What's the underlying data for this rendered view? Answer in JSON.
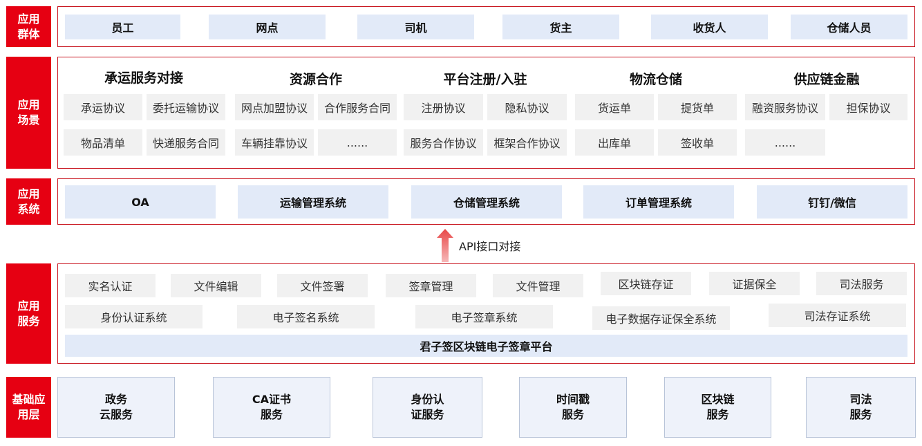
{
  "rows": {
    "groups": {
      "label": "应用\n群体",
      "items": [
        "员工",
        "网点",
        "司机",
        "货主",
        "收货人",
        "仓储人员"
      ]
    },
    "scenes": {
      "label": "应用\n场景",
      "columns": [
        {
          "title": "承运服务对接",
          "items": [
            "承运协议",
            "委托运输协议",
            "物品清单",
            "快递服务合同"
          ]
        },
        {
          "title": "资源合作",
          "items": [
            "网点加盟协议",
            "合作服务合同",
            "车辆挂靠协议",
            "......"
          ]
        },
        {
          "title": "平台注册/入驻",
          "items": [
            "注册协议",
            "隐私协议",
            "服务合作协议",
            "框架合作协议"
          ]
        },
        {
          "title": "物流仓储",
          "items": [
            "货运单",
            "提货单",
            "出库单",
            "签收单"
          ]
        },
        {
          "title": "供应链金融",
          "items": [
            "融资服务协议",
            "担保协议",
            "......"
          ]
        }
      ]
    },
    "systems": {
      "label": "应用\n系统",
      "items": [
        "OA",
        "运输管理系统",
        "仓储管理系统",
        "订单管理系统",
        "钉钉/微信"
      ]
    },
    "api": {
      "label": "API接口对接"
    },
    "services": {
      "label": "应用\n服务",
      "row1": [
        "实名认证",
        "文件编辑",
        "文件签署",
        "签章管理",
        "文件管理",
        "区块链存证",
        "证据保全",
        "司法服务"
      ],
      "row2": [
        "身份认证系统",
        "电子签名系统",
        "电子签章系统",
        "电子数据存证保全系统",
        "司法存证系统"
      ],
      "platform": "君子签区块链电子签章平台"
    },
    "base": {
      "label": "基础应\n用层",
      "items": [
        "政务\n云服务",
        "CA证书\n服务",
        "身份认\n证服务",
        "时间戳\n服务",
        "区块链\n服务",
        "司法\n服务"
      ]
    }
  },
  "colors": {
    "accent_red": "#e60012",
    "frame_red": "#c8141e",
    "blue_box": "#e2eaf8",
    "gray_box": "#f1f1f1",
    "arrow": "#f08a8a"
  }
}
